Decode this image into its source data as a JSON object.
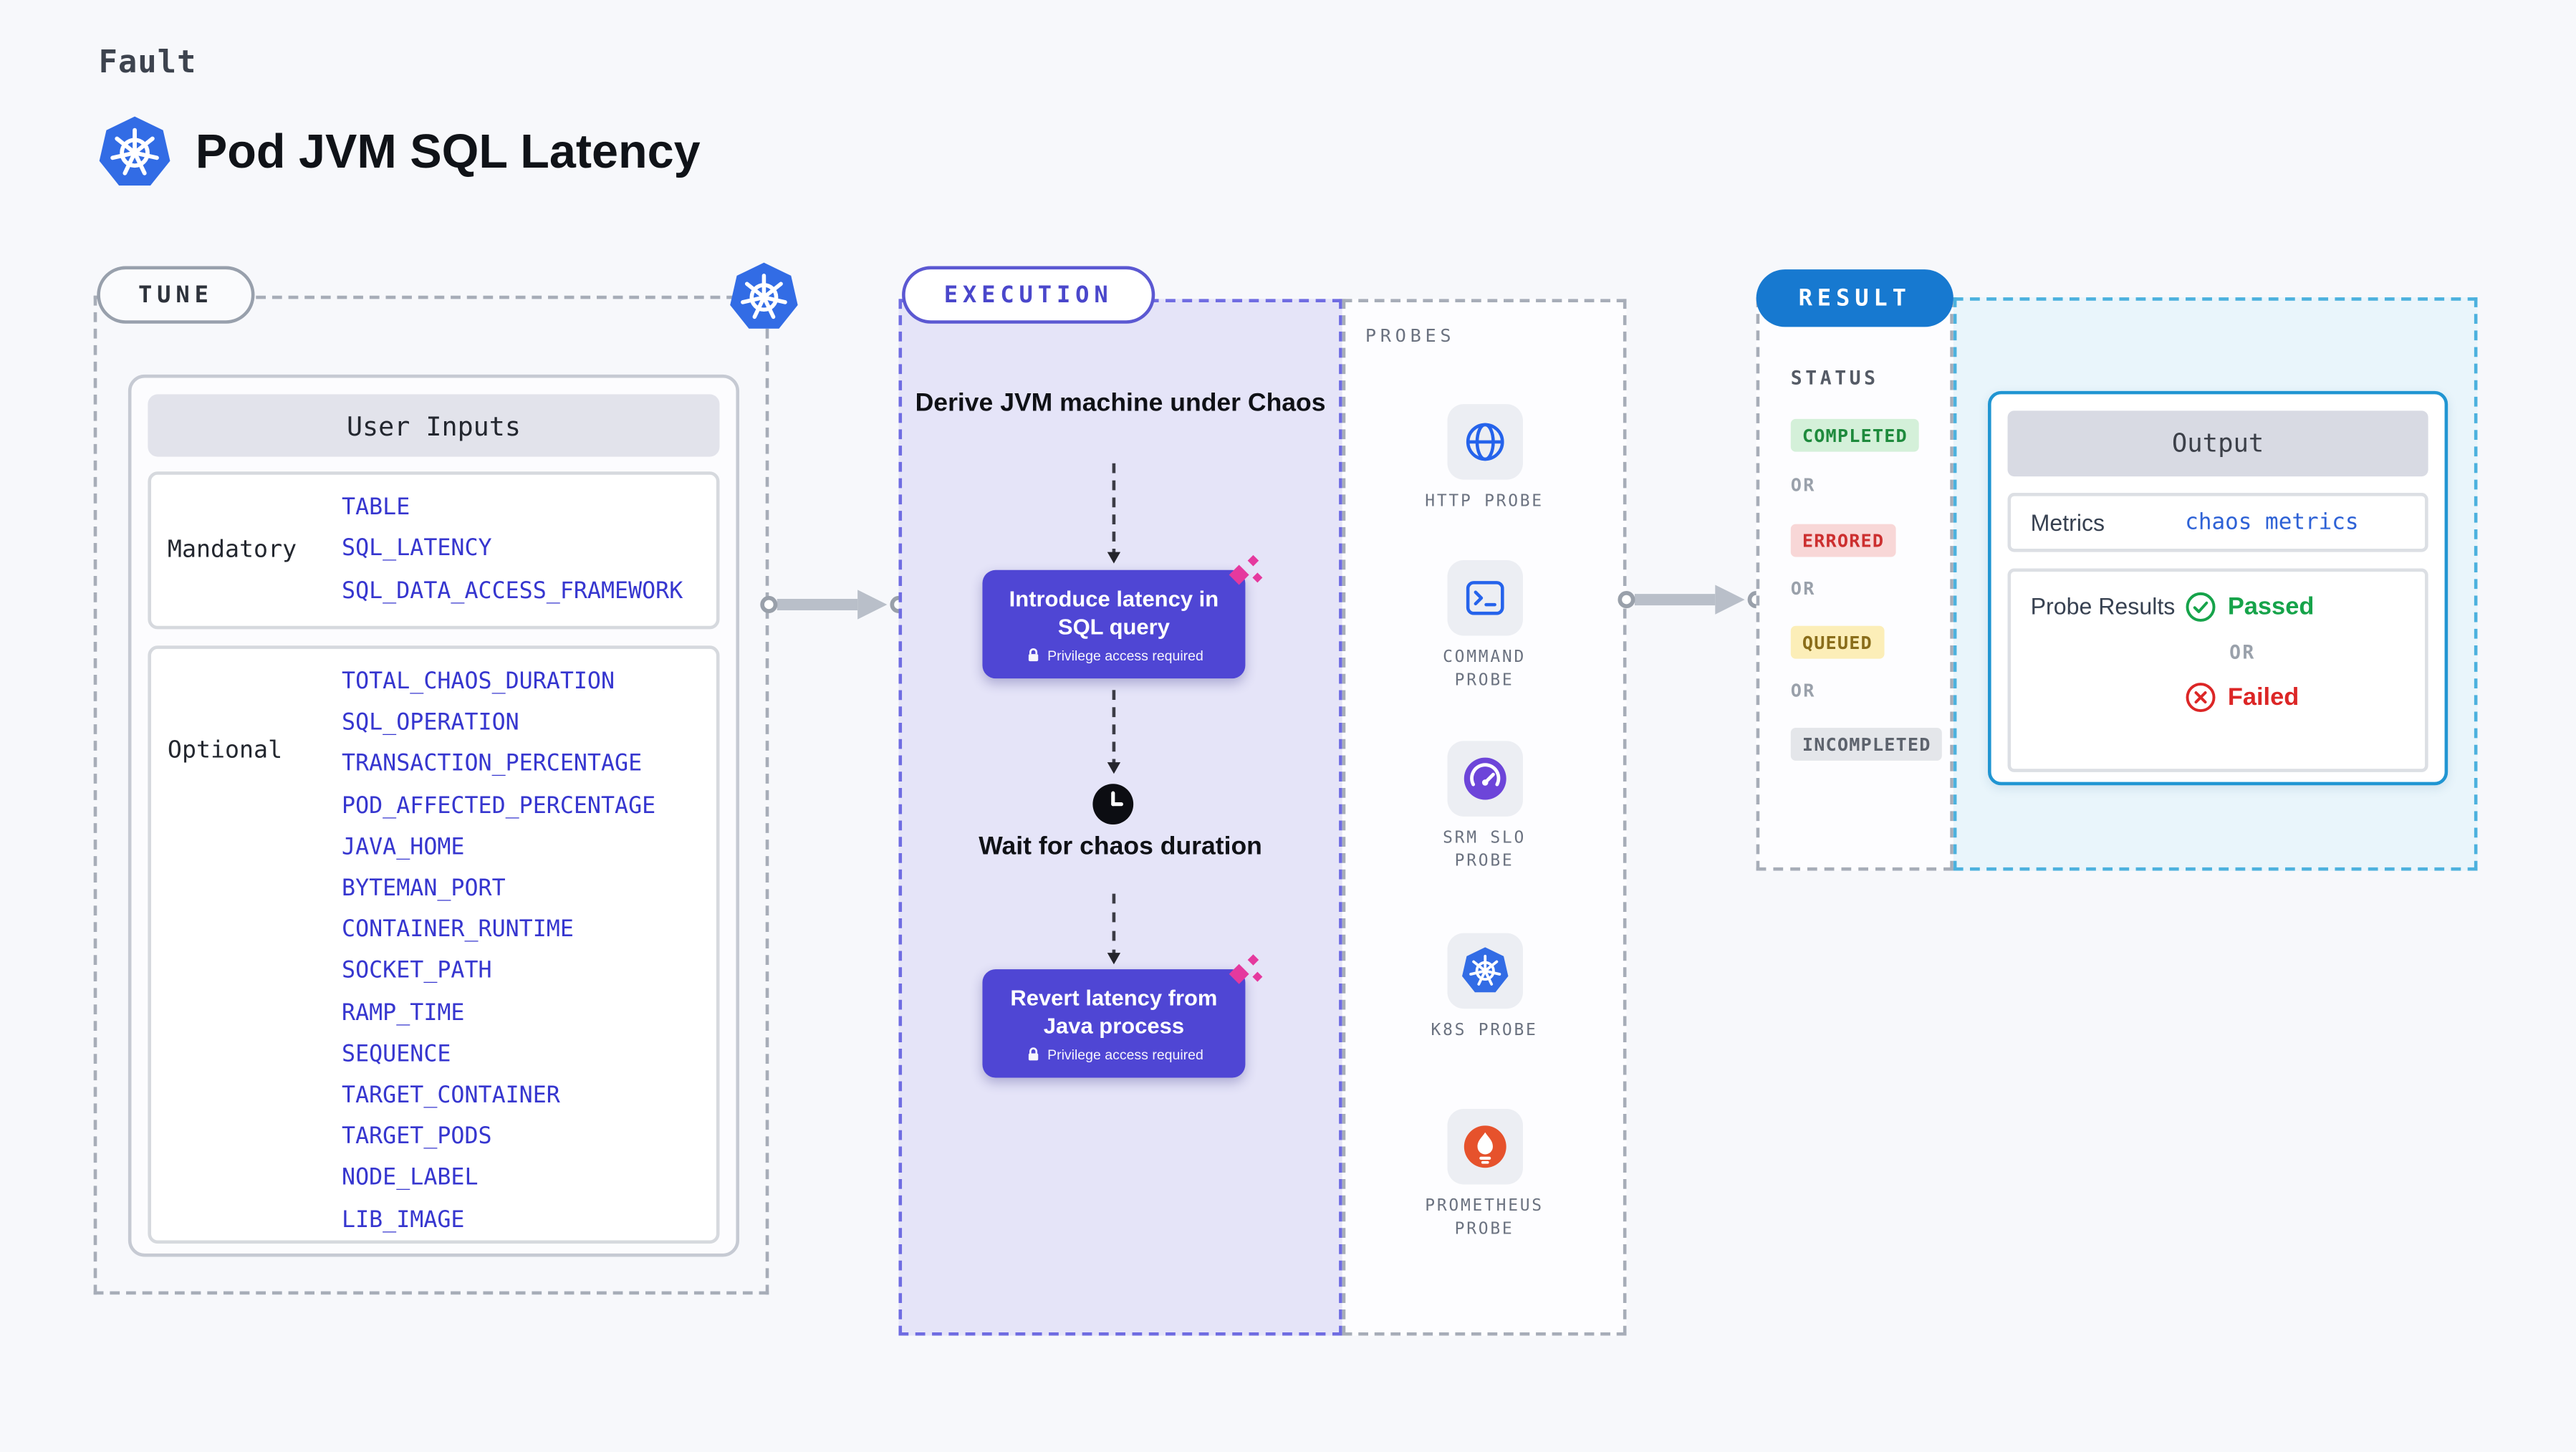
{
  "header": {
    "eyebrow": "Fault",
    "title": "Pod JVM SQL Latency"
  },
  "tune": {
    "label": "TUNE",
    "card_title": "User Inputs",
    "mandatory": {
      "label": "Mandatory",
      "items": [
        "TABLE",
        "SQL_LATENCY",
        "SQL_DATA_ACCESS_FRAMEWORK"
      ]
    },
    "optional": {
      "label": "Optional",
      "items": [
        "TOTAL_CHAOS_DURATION",
        "SQL_OPERATION",
        "TRANSACTION_PERCENTAGE",
        "POD_AFFECTED_PERCENTAGE",
        "JAVA_HOME",
        "BYTEMAN_PORT",
        "CONTAINER_RUNTIME",
        "SOCKET_PATH",
        "RAMP_TIME",
        "SEQUENCE",
        "TARGET_CONTAINER",
        "TARGET_PODS",
        "NODE_LABEL",
        "LIB_IMAGE"
      ]
    }
  },
  "execution": {
    "label": "EXECUTION",
    "step_derive": "Derive JVM machine under Chaos",
    "step_introduce": "Introduce latency in SQL query",
    "step_wait": "Wait for chaos duration",
    "step_revert": "Revert latency from Java process",
    "privilege_note": "Privilege access required",
    "probes": {
      "title": "PROBES",
      "items": [
        {
          "label": "HTTP PROBE",
          "icon": "http-globe-icon"
        },
        {
          "label": "COMMAND PROBE",
          "icon": "terminal-icon"
        },
        {
          "label": "SRM SLO PROBE",
          "icon": "gauge-icon"
        },
        {
          "label": "K8S PROBE",
          "icon": "kubernetes-icon"
        },
        {
          "label": "PROMETHEUS PROBE",
          "icon": "prometheus-flame-icon"
        }
      ]
    }
  },
  "result": {
    "label": "RESULT",
    "status_title": "STATUS",
    "or": "OR",
    "statuses": [
      {
        "label": "COMPLETED",
        "kind": "success"
      },
      {
        "label": "ERRORED",
        "kind": "error"
      },
      {
        "label": "QUEUED",
        "kind": "warning"
      },
      {
        "label": "INCOMPLETED",
        "kind": "neutral"
      }
    ],
    "output": {
      "title": "Output",
      "metrics_label": "Metrics",
      "metrics_value": "chaos metrics",
      "probe_results_label": "Probe Results",
      "passed": "Passed",
      "failed": "Failed"
    }
  },
  "colors": {
    "kubernetes_blue": "#326ce5",
    "execution_accent": "#5b58d2",
    "chaos_box_purple": "#4f46d4",
    "result_blue": "#1779d0",
    "output_border_blue": "#2095d2",
    "status_completed": "#1e8a3c",
    "status_errored": "#cc2f2f",
    "status_queued": "#8a6d1a",
    "status_incompleted": "#5d636d",
    "passed_green": "#16a34a",
    "failed_red": "#dc2626",
    "param_link_blue": "#3636cf",
    "sparkle_pink": "#e5399e"
  }
}
